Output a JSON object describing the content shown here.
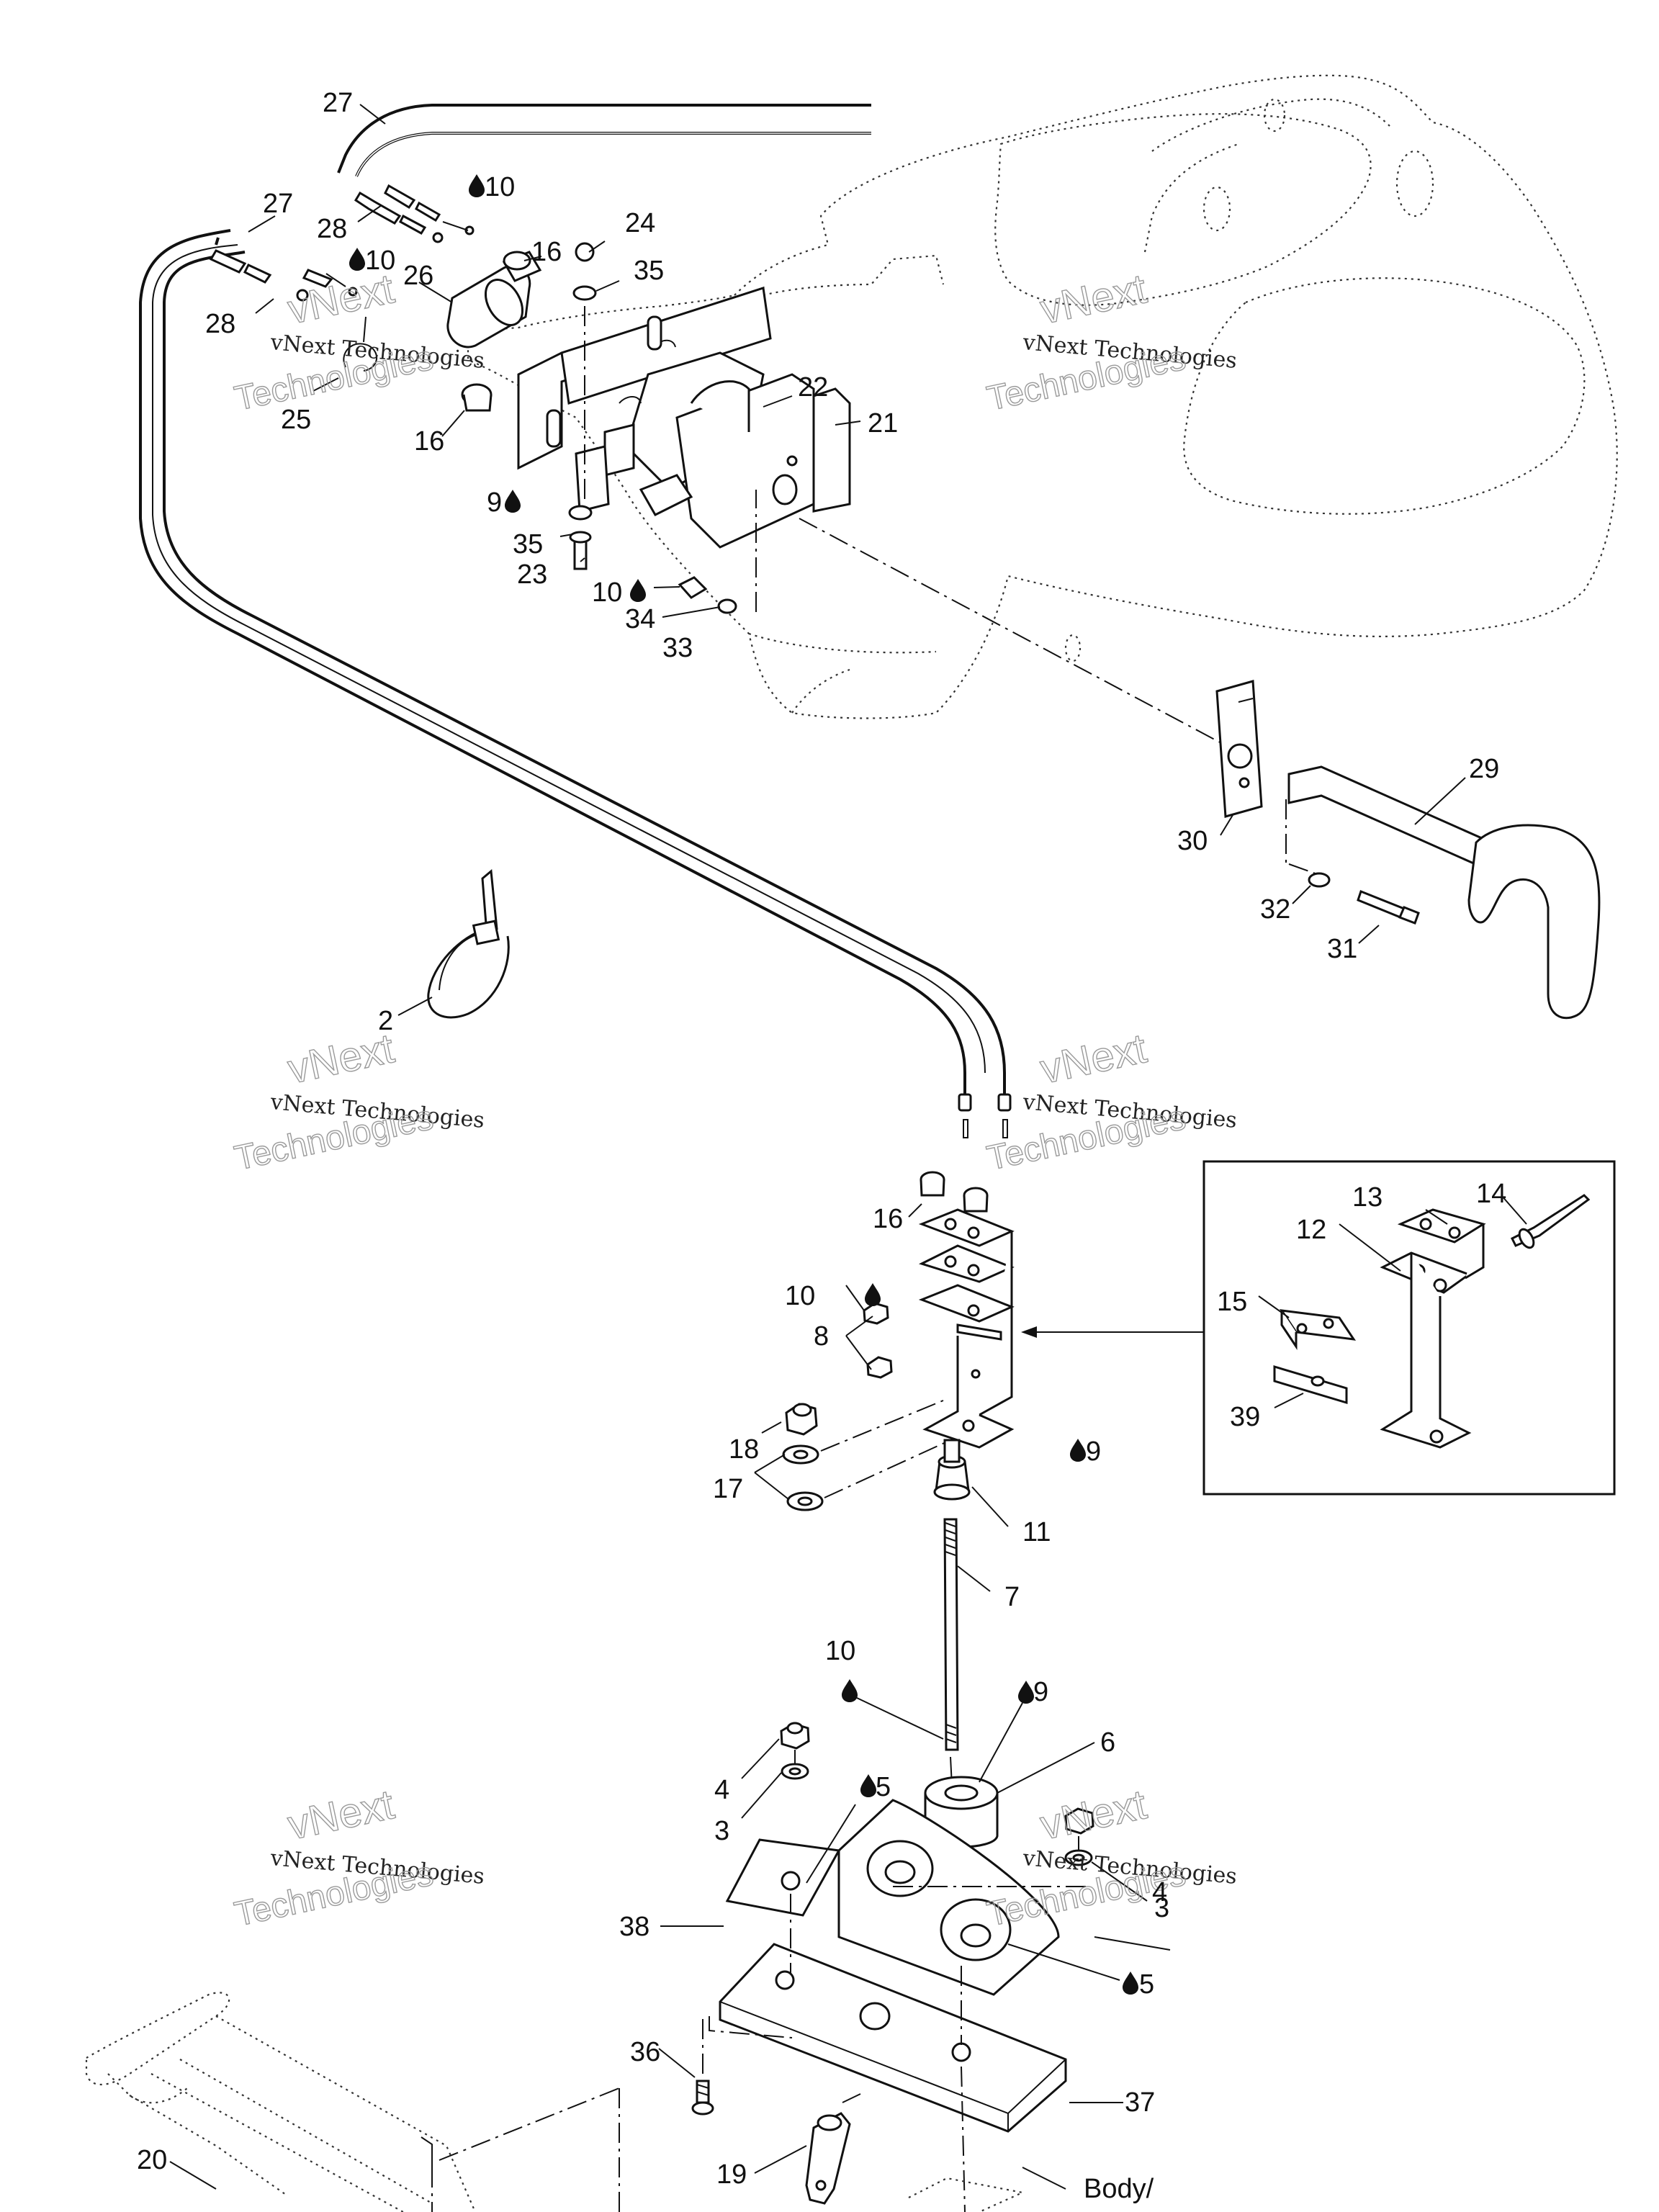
{
  "diagram": {
    "callouts": [
      {
        "id": "c27a",
        "label": "27"
      },
      {
        "id": "c27b",
        "label": "27"
      },
      {
        "id": "c28a",
        "label": "28"
      },
      {
        "id": "c28b",
        "label": "28"
      },
      {
        "id": "c10a",
        "label": "10"
      },
      {
        "id": "c10b",
        "label": "10"
      },
      {
        "id": "c24",
        "label": "24"
      },
      {
        "id": "c16a",
        "label": "16"
      },
      {
        "id": "c35a",
        "label": "35"
      },
      {
        "id": "c26",
        "label": "26"
      },
      {
        "id": "c25",
        "label": "25"
      },
      {
        "id": "c16b",
        "label": "16"
      },
      {
        "id": "c22",
        "label": "22"
      },
      {
        "id": "c21",
        "label": "21"
      },
      {
        "id": "c9a",
        "label": "9"
      },
      {
        "id": "c35b",
        "label": "35"
      },
      {
        "id": "c23",
        "label": "23"
      },
      {
        "id": "c10c",
        "label": "10"
      },
      {
        "id": "c34",
        "label": "34"
      },
      {
        "id": "c33",
        "label": "33"
      },
      {
        "id": "c29",
        "label": "29"
      },
      {
        "id": "c30",
        "label": "30"
      },
      {
        "id": "c32",
        "label": "32"
      },
      {
        "id": "c31",
        "label": "31"
      },
      {
        "id": "c2",
        "label": "2"
      },
      {
        "id": "c16c",
        "label": "16"
      },
      {
        "id": "c10d",
        "label": "10"
      },
      {
        "id": "c8",
        "label": "8"
      },
      {
        "id": "c18",
        "label": "18"
      },
      {
        "id": "c17",
        "label": "17"
      },
      {
        "id": "c9b",
        "label": "9"
      },
      {
        "id": "c11",
        "label": "11"
      },
      {
        "id": "c7",
        "label": "7"
      },
      {
        "id": "c13",
        "label": "13"
      },
      {
        "id": "c14",
        "label": "14"
      },
      {
        "id": "c12",
        "label": "12"
      },
      {
        "id": "c15",
        "label": "15"
      },
      {
        "id": "c39",
        "label": "39"
      },
      {
        "id": "c10e",
        "label": "10"
      },
      {
        "id": "c9c",
        "label": "9"
      },
      {
        "id": "c6",
        "label": "6"
      },
      {
        "id": "c4a",
        "label": "4"
      },
      {
        "id": "c3a",
        "label": "3"
      },
      {
        "id": "c5a",
        "label": "5"
      },
      {
        "id": "c38",
        "label": "38"
      },
      {
        "id": "c4b",
        "label": "4"
      },
      {
        "id": "c3b",
        "label": "3"
      },
      {
        "id": "c5b",
        "label": "5"
      },
      {
        "id": "c36",
        "label": "36"
      },
      {
        "id": "c37",
        "label": "37"
      },
      {
        "id": "c19",
        "label": "19"
      },
      {
        "id": "c20",
        "label": "20"
      },
      {
        "id": "cbody",
        "label": "Body/"
      }
    ],
    "watermark": {
      "line1": "vNext",
      "line2": "vNext Technologies",
      "line3": "Technologies"
    },
    "icons": {
      "lubricant": "oil-drop-icon"
    }
  }
}
